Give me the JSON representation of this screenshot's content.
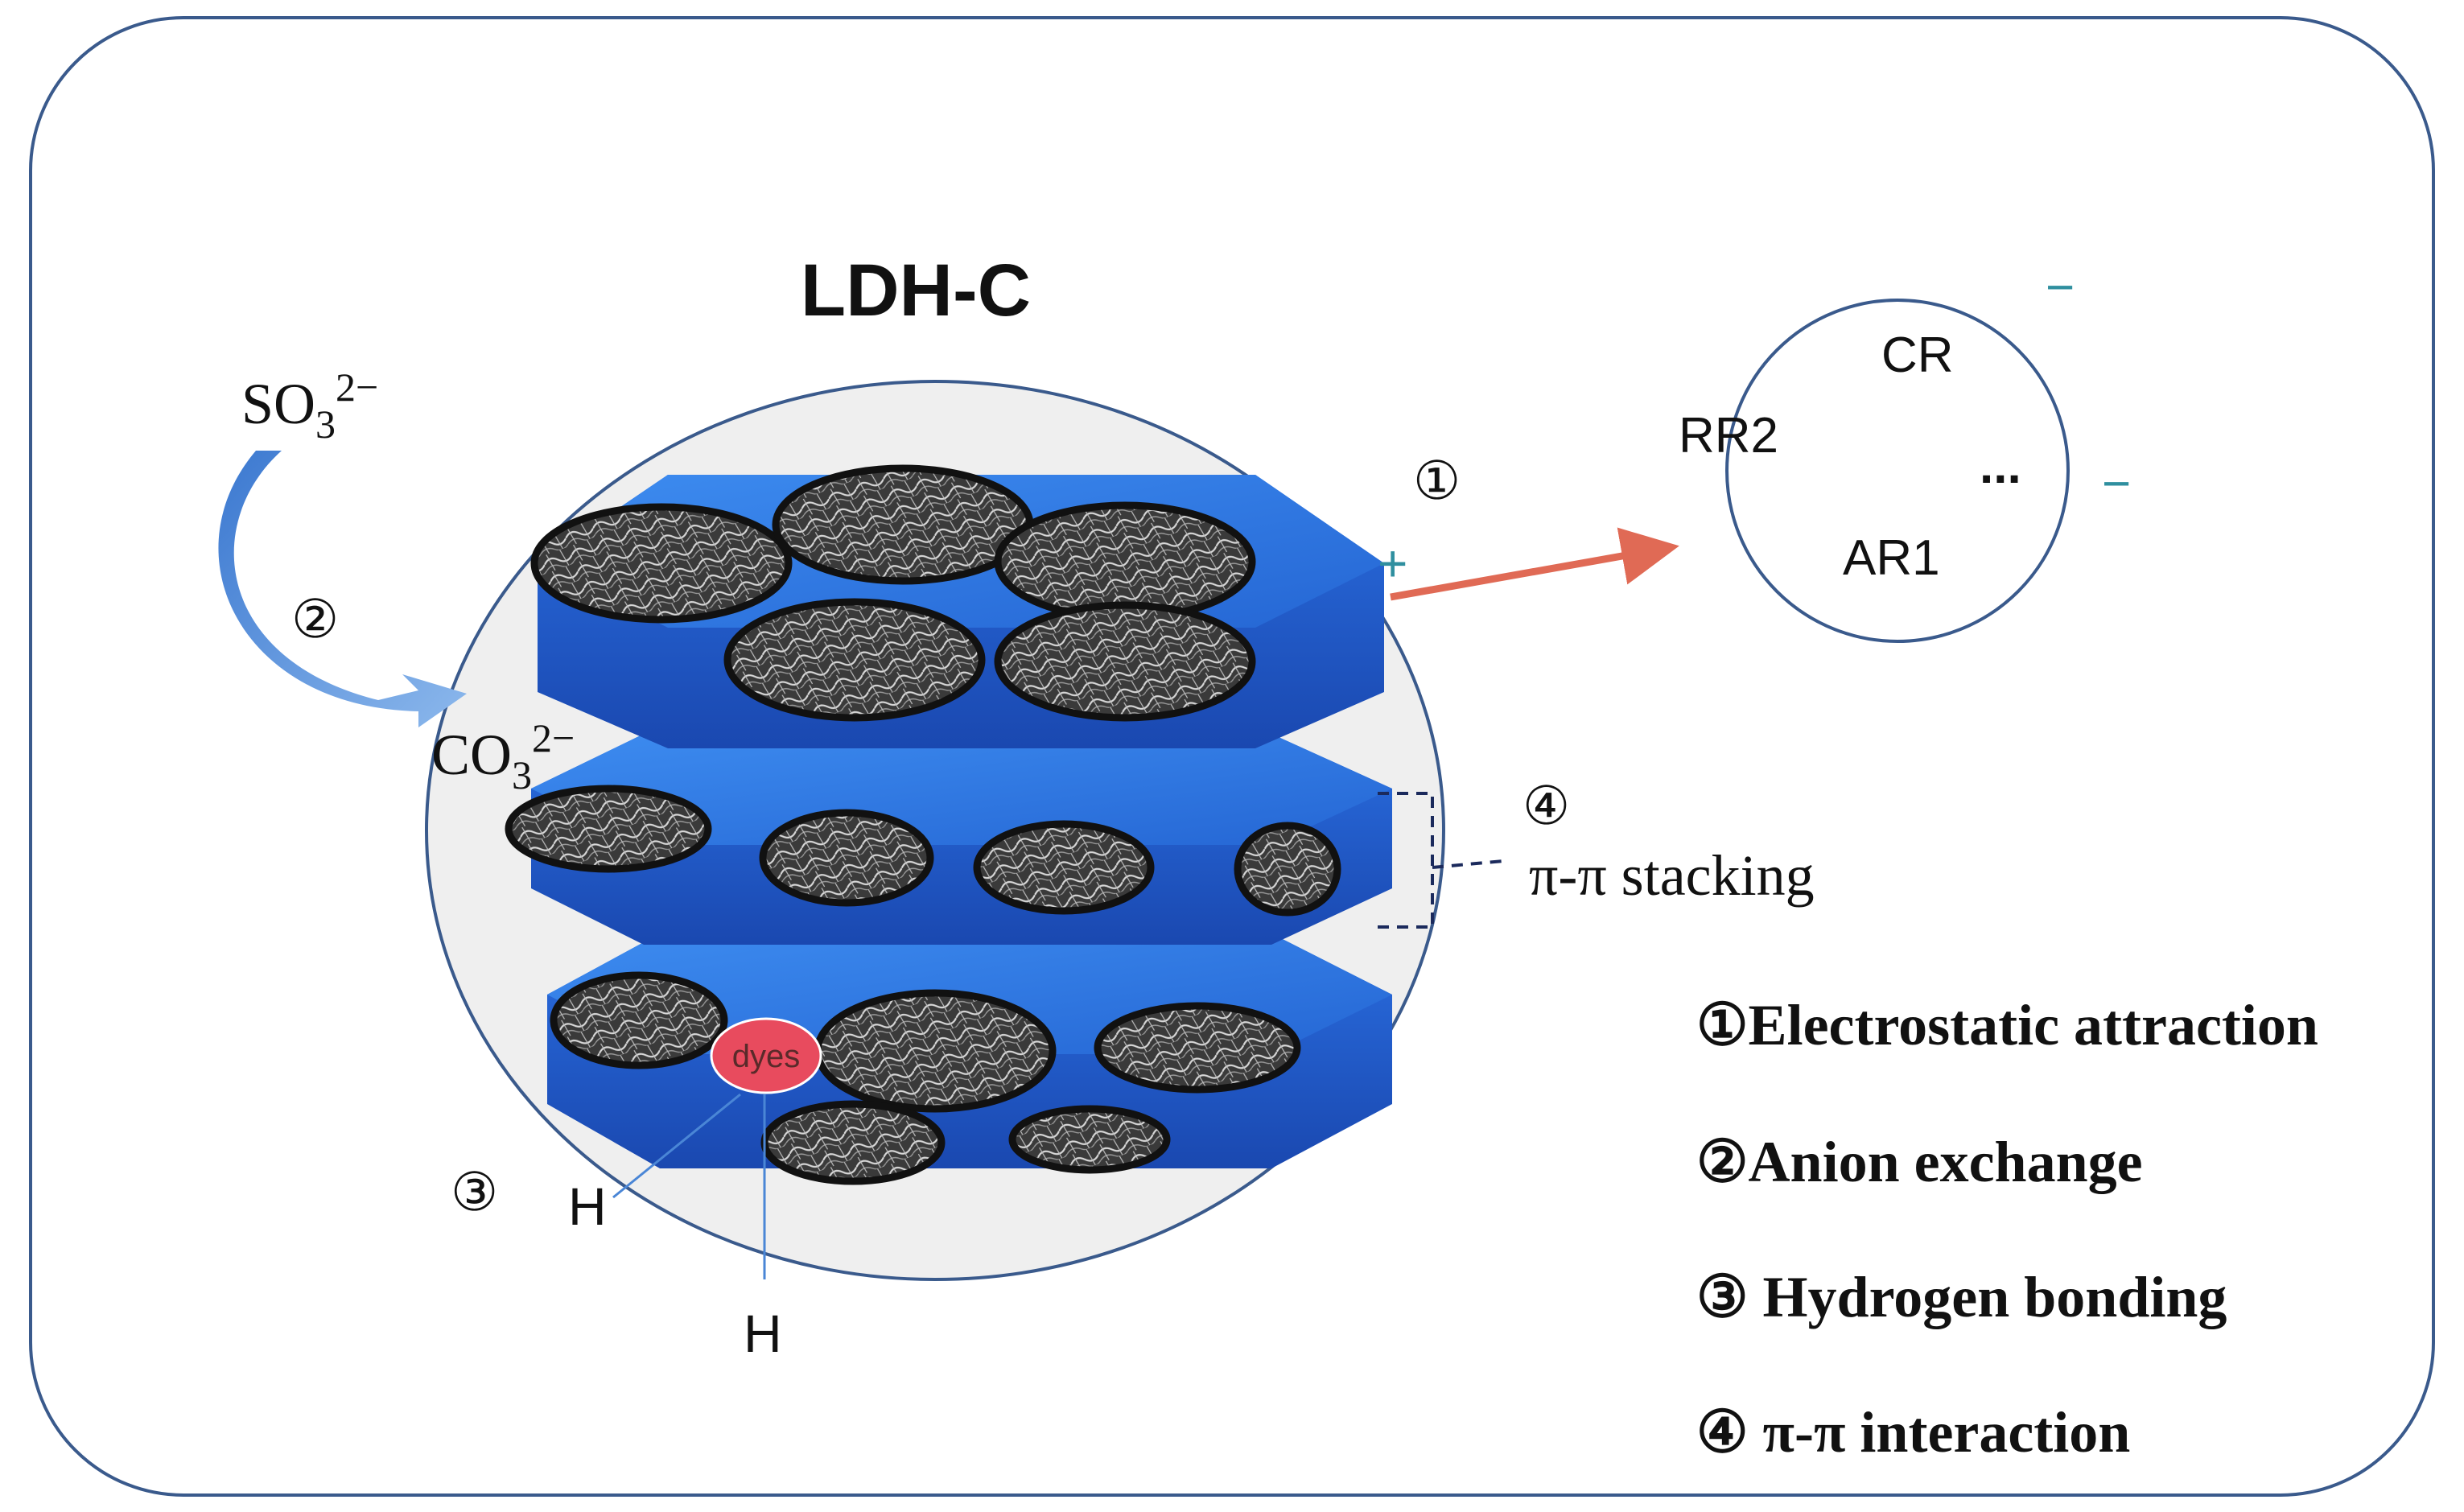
{
  "title": "LDH-C",
  "sulfite": {
    "base": "SO",
    "sub": "3",
    "sup": "2−"
  },
  "carbonate": {
    "base": "CO",
    "sub": "3",
    "sup": "2−"
  },
  "markers": {
    "one": "①",
    "two": "②",
    "three": "③",
    "four": "④"
  },
  "dye_circle": {
    "cr": "CR",
    "rr2": "RR2",
    "ellipsis": "...",
    "ar1": "AR1"
  },
  "charges": {
    "plus": "+",
    "minus": "−"
  },
  "pi_stacking": "π-π stacking",
  "dyes_label": "dyes",
  "hydrogen_label": "H",
  "legend": [
    {
      "num": "①",
      "text": "Electrostatic attraction"
    },
    {
      "num": "②",
      "text": "Anion exchange"
    },
    {
      "num": "③",
      "text": " Hydrogen bonding"
    },
    {
      "num": "④",
      "text": " π-π interaction"
    }
  ],
  "colors": {
    "frame": "#3a5a8c",
    "layer_top": "#2e7ce6",
    "layer_side": "#1e55c0",
    "particle_fill": "#3c3c3c",
    "arrow_red": "#e06a55",
    "arrow_blue": "#4a86d6",
    "dyes_fill": "#e84b5e",
    "plus_color": "#2f8f9f"
  }
}
